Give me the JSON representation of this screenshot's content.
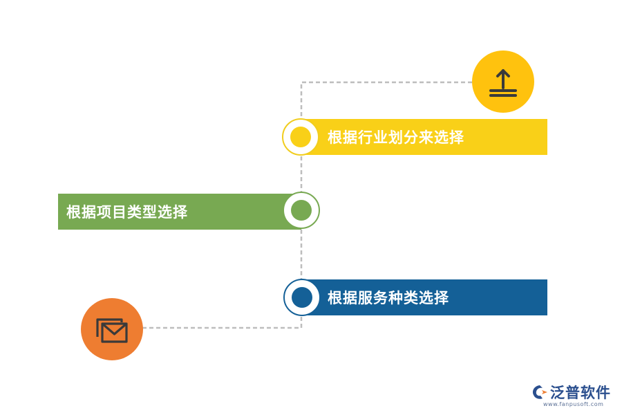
{
  "items": [
    {
      "label": "根据行业划分来选择",
      "color": "#F9D018",
      "border": "#F1CD1E"
    },
    {
      "label": "根据项目类型选择",
      "color": "#78A952",
      "border": "#78A952"
    },
    {
      "label": "根据服务种类选择",
      "color": "#146097",
      "border": "#146097"
    }
  ],
  "icons": {
    "upload": {
      "name": "upload-icon",
      "bg": "#FFC20E",
      "fg": "#3A3A3A"
    },
    "mail": {
      "name": "mail-icon",
      "bg": "#EE7D31",
      "fg": "#3A3A3A"
    }
  },
  "connector_color": "#BDBDBD",
  "logo": {
    "text": "泛普软件",
    "url": "www.fanpusoft.com",
    "color": "#2B4F8E"
  }
}
